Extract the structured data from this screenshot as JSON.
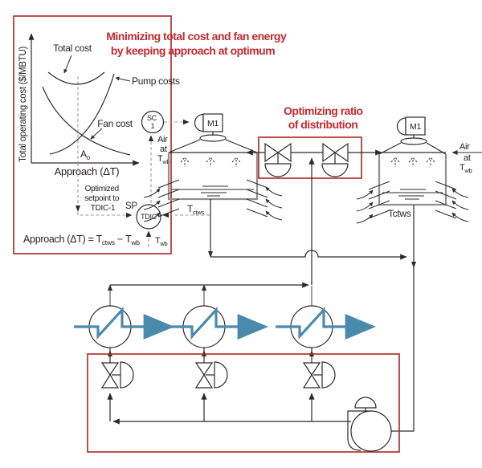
{
  "colors": {
    "accent_red_box": "#b2322e",
    "accent_red_text": "#c12b30",
    "flow_blue": "#4a8bad",
    "equipment_gray": "#8f8f8f",
    "line_black": "#2b2b2b"
  },
  "annotations": {
    "minimizing": [
      "Minimizing total cost and fan energy",
      "by keeping approach at optimum"
    ],
    "optimizing": [
      "Optimizing ratio",
      "of distribution"
    ]
  },
  "chart": {
    "y_axis_label": "Total operating cost ($/MBTU)",
    "x_axis_label": "Approach (ΔT)",
    "curves": {
      "total": "Total cost",
      "pump": "Pump costs",
      "fan": "Fan cost"
    },
    "optimum": {
      "base": "A",
      "sub": "o"
    },
    "note": [
      "Optimized",
      "setpoint to",
      "TDIC-1"
    ],
    "sp": "SP",
    "formula": {
      "p1": "Approach (ΔT) = T",
      "s1": "ctws",
      "p2": " − T",
      "s2": "wb"
    }
  },
  "instruments": {
    "sc_line1": "SC",
    "sc_line2": "1",
    "tdic": "TDIC",
    "m1_left": "M1",
    "m1_right": "M1"
  },
  "streams": {
    "air_left": {
      "l1": "Air",
      "l2": "at",
      "base": "T",
      "sub": "wb"
    },
    "air_right": {
      "l1": "Air",
      "l2": "at",
      "base": "T",
      "sub": "wb"
    },
    "t_ctws_left": {
      "base": "T",
      "sub": "ctws"
    },
    "t_ctws_right": "Tctws",
    "t_wb": {
      "base": "T",
      "sub": "wb"
    }
  },
  "chart_data": {
    "type": "line",
    "title": "Total operating cost vs approach (conceptual optimization curves)",
    "xlabel": "Approach (ΔT)",
    "ylabel": "Total operating cost ($/MBTU)",
    "x_range": [
      0,
      10
    ],
    "y_range": [
      0,
      10
    ],
    "grid": false,
    "axis_ticks": "none (conceptual diagram, unlabeled axes)",
    "series": [
      {
        "name": "Total cost",
        "points": [
          [
            1.5,
            6.8
          ],
          [
            2.5,
            6.2
          ],
          [
            4.1,
            5.9
          ],
          [
            5.5,
            6.2
          ],
          [
            6.6,
            6.8
          ]
        ]
      },
      {
        "name": "Pump costs",
        "points": [
          [
            1.7,
            0.7
          ],
          [
            3.0,
            1.4
          ],
          [
            4.2,
            2.3
          ],
          [
            6.0,
            4.4
          ],
          [
            7.5,
            6.7
          ]
        ]
      },
      {
        "name": "Fan cost",
        "points": [
          [
            1.0,
            5.8
          ],
          [
            2.2,
            3.8
          ],
          [
            4.2,
            2.3
          ],
          [
            6.5,
            1.1
          ],
          [
            8.9,
            0.6
          ]
        ]
      }
    ],
    "annotations": [
      {
        "label": "Ao",
        "x": 4.2,
        "note": "optimum approach, dashed vertical at minimum of total cost"
      }
    ],
    "legend_position": "labels beside curves"
  }
}
